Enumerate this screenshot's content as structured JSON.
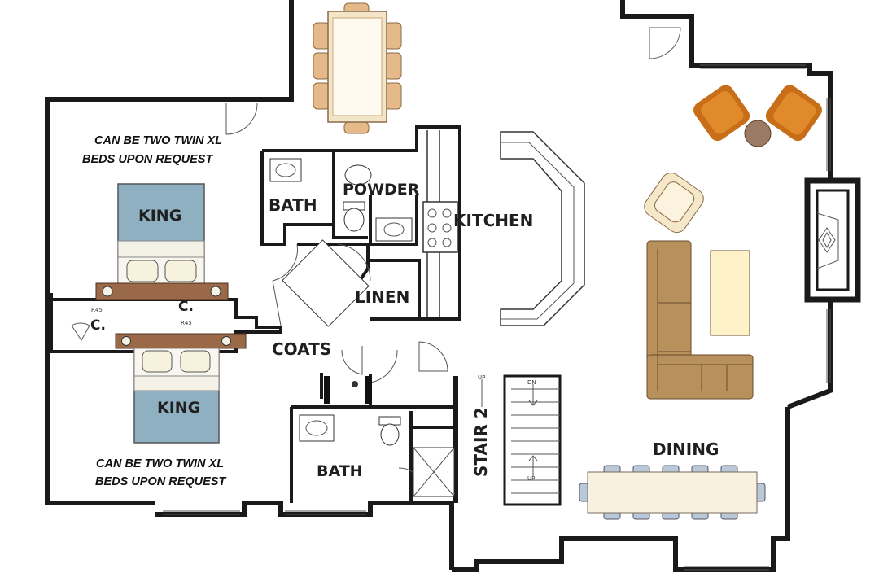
{
  "rooms": {
    "bath_upper": "BATH",
    "powder": "POWDER",
    "kitchen": "KITCHEN",
    "linen": "LINEN",
    "coats": "COATS",
    "bath_lower": "BATH",
    "stair": "STAIR 2",
    "dining": "DINING",
    "closet_a": "C.",
    "closet_b": "C."
  },
  "beds": {
    "top_label": "KING",
    "bottom_label": "KING"
  },
  "notes": {
    "top_line1": "CAN BE TWO TWIN XL",
    "top_line2": "BEDS UPON REQUEST",
    "bottom_line1": "CAN BE TWO TWIN XL",
    "bottom_line2": "BEDS UPON REQUEST"
  },
  "small_labels": {
    "up_top": "UP",
    "dn": "DN",
    "up_bottom": "UP",
    "r45_a": "R45",
    "r45_b": "R45"
  },
  "colors": {
    "bed_blue": "#8fb0c0",
    "headboard": "#9a6a48",
    "chair_orange": "#e08a2c",
    "sofa_brown": "#b8905c",
    "table_tan": "#f3e5c8",
    "wall": "#1a1a1a"
  }
}
